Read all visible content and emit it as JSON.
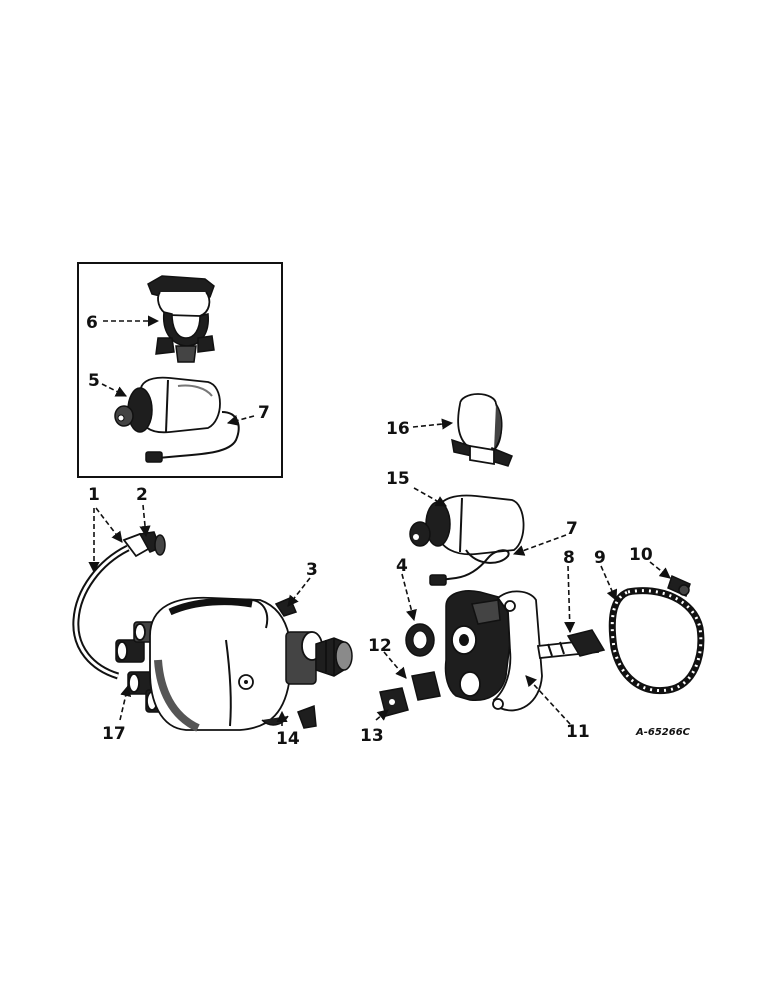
{
  "diagram": {
    "reference_code": "A-65266C",
    "callouts": {
      "c1": "1",
      "c2": "2",
      "c3": "3",
      "c4": "4",
      "c5": "5",
      "c6": "6",
      "c7_inset": "7",
      "c7_main": "7",
      "c8": "8",
      "c9": "9",
      "c10": "10",
      "c11": "11",
      "c12": "12",
      "c13": "13",
      "c14": "14",
      "c15": "15",
      "c16": "16",
      "c17": "17"
    }
  }
}
